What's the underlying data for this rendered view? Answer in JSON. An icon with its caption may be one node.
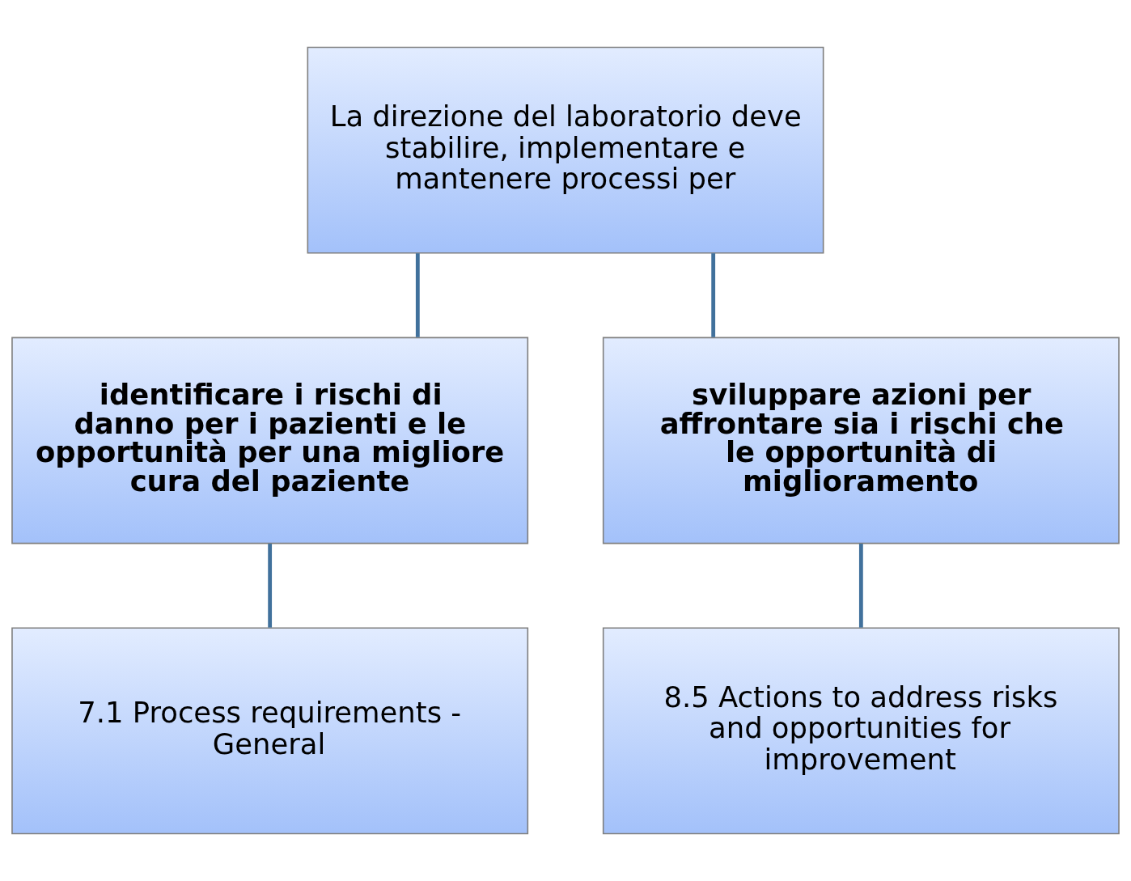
{
  "diagram": {
    "nodes": [
      {
        "text": [
          "La direzione del laboratorio deve stabilire, implementare e mantenere processi per"
        ]
      },
      {
        "text": [
          "identificare i rischi di danno per i pazienti e le opportunità per una migliore cura del paziente"
        ]
      },
      {
        "text": [
          "sviluppare azioni per affrontare sia i rischi che le opportunità di miglioramento"
        ]
      },
      {
        "text": [
          "7.1 Process requirements - General"
        ]
      },
      {
        "text": [
          "8.5 Actions to address risks and opportunities for improvement"
        ]
      }
    ],
    "edges": [
      {
        "from": 0,
        "to": 1,
        "arrow": "none"
      },
      {
        "from": 0,
        "to": 2,
        "arrow": "none"
      },
      {
        "from": 1,
        "to": 3,
        "arrow": "none"
      },
      {
        "from": 2,
        "to": 4,
        "arrow": "none"
      }
    ]
  }
}
